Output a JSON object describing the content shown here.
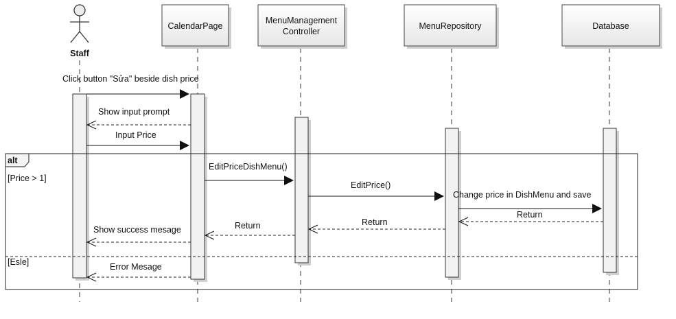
{
  "actor": {
    "label": "Staff"
  },
  "participants": [
    {
      "id": "calendar",
      "label_lines": [
        "CalendarPage"
      ]
    },
    {
      "id": "controller",
      "label_lines": [
        "MenuManagement",
        "Controller"
      ]
    },
    {
      "id": "repo",
      "label_lines": [
        "MenuRepository"
      ]
    },
    {
      "id": "db",
      "label_lines": [
        "Database"
      ]
    }
  ],
  "messages": [
    {
      "text": "Click button \"Sửa\" beside dish price",
      "type": "sync",
      "from": "staff",
      "to": "calendar"
    },
    {
      "text": "Show input prompt",
      "type": "return",
      "from": "calendar",
      "to": "staff"
    },
    {
      "text": "Input Price",
      "type": "sync",
      "from": "staff",
      "to": "calendar"
    },
    {
      "text": "EditPriceDishMenu()",
      "type": "sync",
      "from": "calendar",
      "to": "controller"
    },
    {
      "text": "EditPrice()",
      "type": "sync",
      "from": "controller",
      "to": "repo"
    },
    {
      "text": "Change price in DishMenu and save",
      "type": "sync",
      "from": "repo",
      "to": "db"
    },
    {
      "text": "Return",
      "type": "return",
      "from": "db",
      "to": "repo"
    },
    {
      "text": "Return",
      "type": "return",
      "from": "repo",
      "to": "controller"
    },
    {
      "text": "Return",
      "type": "return",
      "from": "controller",
      "to": "calendar"
    },
    {
      "text": "Show success mesage",
      "type": "return",
      "from": "calendar",
      "to": "staff"
    },
    {
      "text": "Error Mesage",
      "type": "return",
      "from": "calendar",
      "to": "staff"
    }
  ],
  "fragment": {
    "operator": "alt",
    "guards": [
      "[Price > 1]",
      "[Esle]"
    ]
  },
  "colors": {
    "box_top": "#ffffff",
    "box_bottom": "#e6e6e6",
    "activation": "#f2f2f2",
    "line": "#222222"
  }
}
